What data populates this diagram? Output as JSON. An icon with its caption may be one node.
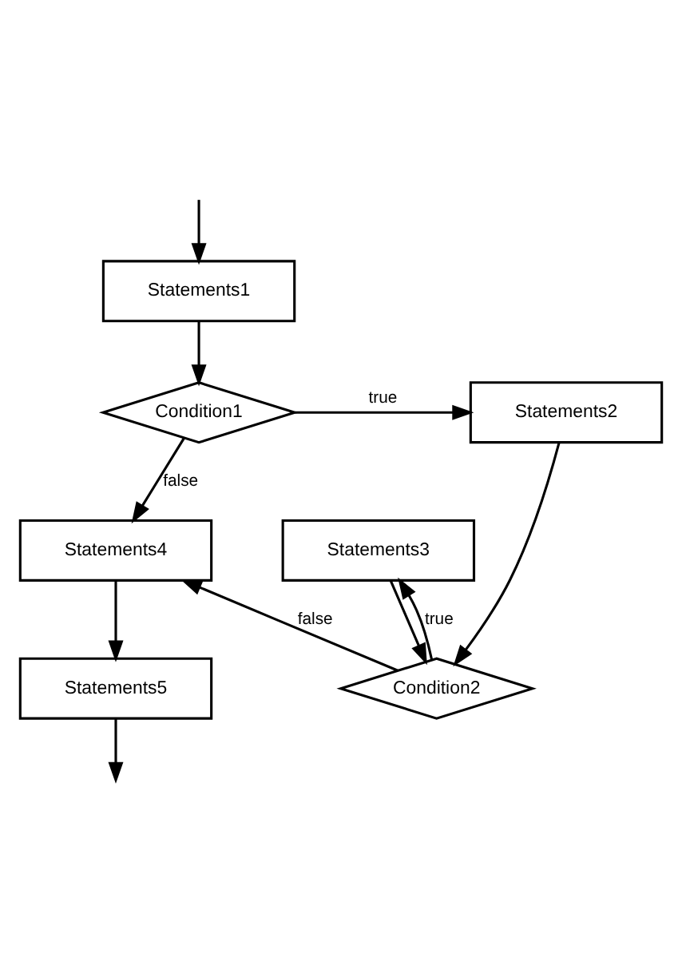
{
  "diagram": {
    "nodes": [
      {
        "text": [
          "Statements1"
        ]
      },
      {
        "text": [
          "Condition1"
        ]
      },
      {
        "text": [
          "Statements2"
        ]
      },
      {
        "text": [
          "Condition2"
        ]
      },
      {
        "text": [
          "Statements3"
        ]
      },
      {
        "text": [
          "Statements4"
        ]
      },
      {
        "text": [
          "Statements5"
        ]
      }
    ],
    "edges": [
      {
        "from": null,
        "to": 0,
        "arrow": "to"
      },
      {
        "from": 0,
        "to": 1,
        "arrow": "to"
      },
      {
        "from": 1,
        "to": 2,
        "label": "true",
        "arrow": "to"
      },
      {
        "from": 1,
        "to": 5,
        "label": "false",
        "arrow": "to"
      },
      {
        "from": 2,
        "to": 3,
        "arrow": "to"
      },
      {
        "from": 3,
        "to": 4,
        "label": "true",
        "arrow": "to"
      },
      {
        "from": 4,
        "to": 3,
        "arrow": "to"
      },
      {
        "from": 3,
        "to": 5,
        "label": "false",
        "arrow": "to"
      },
      {
        "from": 5,
        "to": 6,
        "arrow": "to"
      },
      {
        "from": 6,
        "to": null,
        "arrow": "to"
      }
    ]
  }
}
